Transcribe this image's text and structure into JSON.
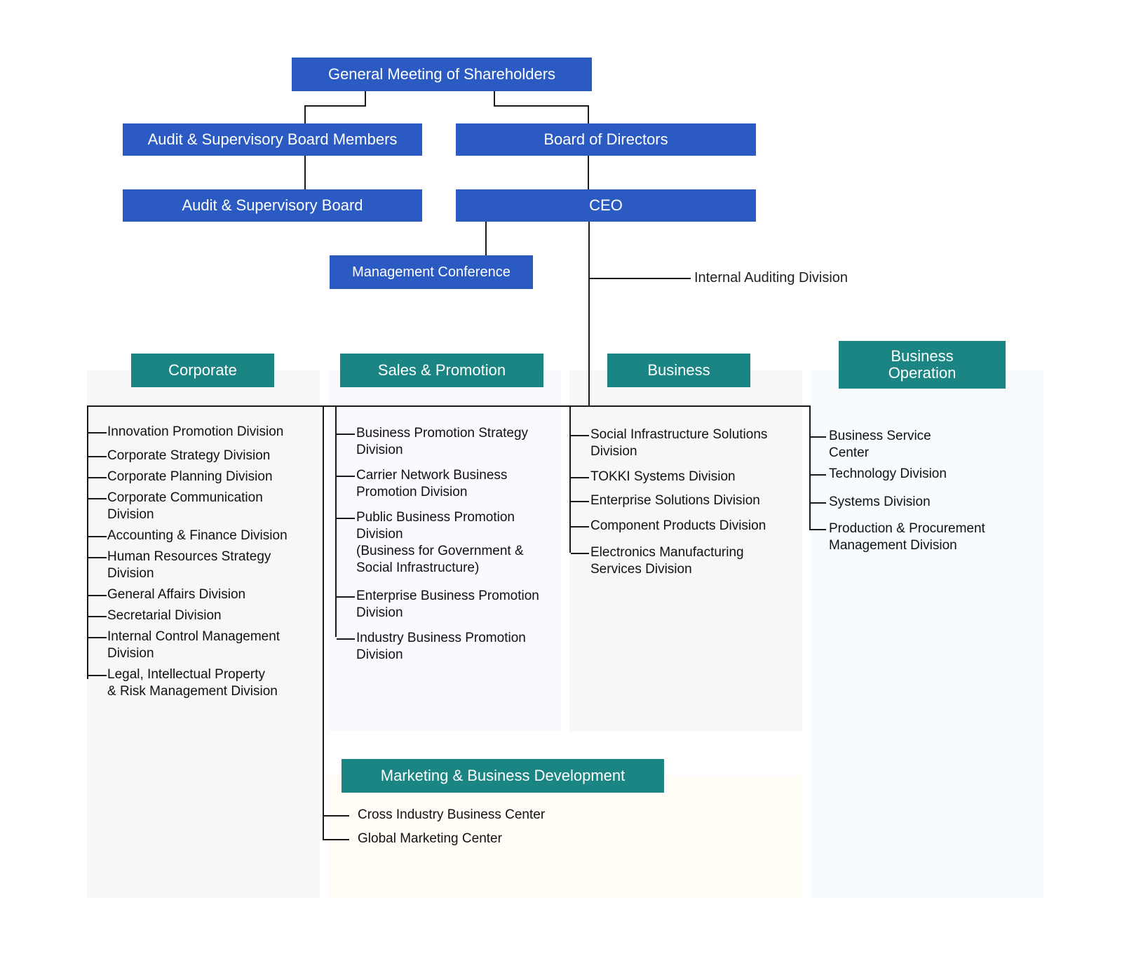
{
  "colors": {
    "governance_box": "#2b5bc2",
    "group_box": "#1b8584",
    "corporate_panel": "#f7f7f7",
    "sales_panel": "#f8fafd",
    "business_panel": "#f7f7f8",
    "operation_panel": "#f8fbfe",
    "marketing_panel": "#fffdf6",
    "connector": "#1a1a1a"
  },
  "top": {
    "shareholders": "General Meeting of Shareholders",
    "audit_members": "Audit & Supervisory Board Members",
    "board": "Board of Directors",
    "audit_board": "Audit & Supervisory Board",
    "ceo": "CEO",
    "management": "Management Conference",
    "internal_audit": "Internal Auditing Division"
  },
  "groups": {
    "corporate": {
      "title": "Corporate",
      "items": [
        "Innovation Promotion Division",
        "Corporate Strategy Division",
        "Corporate Planning Division",
        "Corporate Communication\nDivision",
        "Accounting & Finance Division",
        "Human Resources Strategy\nDivision",
        "General Affairs Division",
        "Secretarial Division",
        "Internal Control Management\nDivision",
        "Legal, Intellectual Property\n& Risk Management Division"
      ]
    },
    "sales": {
      "title": "Sales & Promotion",
      "items": [
        "Business Promotion Strategy\nDivision",
        "Carrier Network Business\nPromotion Division",
        "Public Business Promotion\nDivision\n(Business for Government &\nSocial Infrastructure)",
        "Enterprise Business Promotion\nDivision",
        "Industry Business Promotion\nDivision"
      ]
    },
    "business": {
      "title": "Business",
      "items": [
        "Social Infrastructure Solutions\nDivision",
        "TOKKI Systems Division",
        "Enterprise Solutions Division",
        "Component Products Division",
        "Electronics Manufacturing\nServices Division"
      ]
    },
    "operation": {
      "title": "Business\nOperation",
      "items": [
        "Business Service\nCenter",
        "Technology Division",
        "Systems Division",
        "Production & Procurement\nManagement Division"
      ]
    },
    "marketing": {
      "title": "Marketing & Business Development",
      "items": [
        "Cross Industry Business Center",
        "Global Marketing Center"
      ]
    }
  }
}
